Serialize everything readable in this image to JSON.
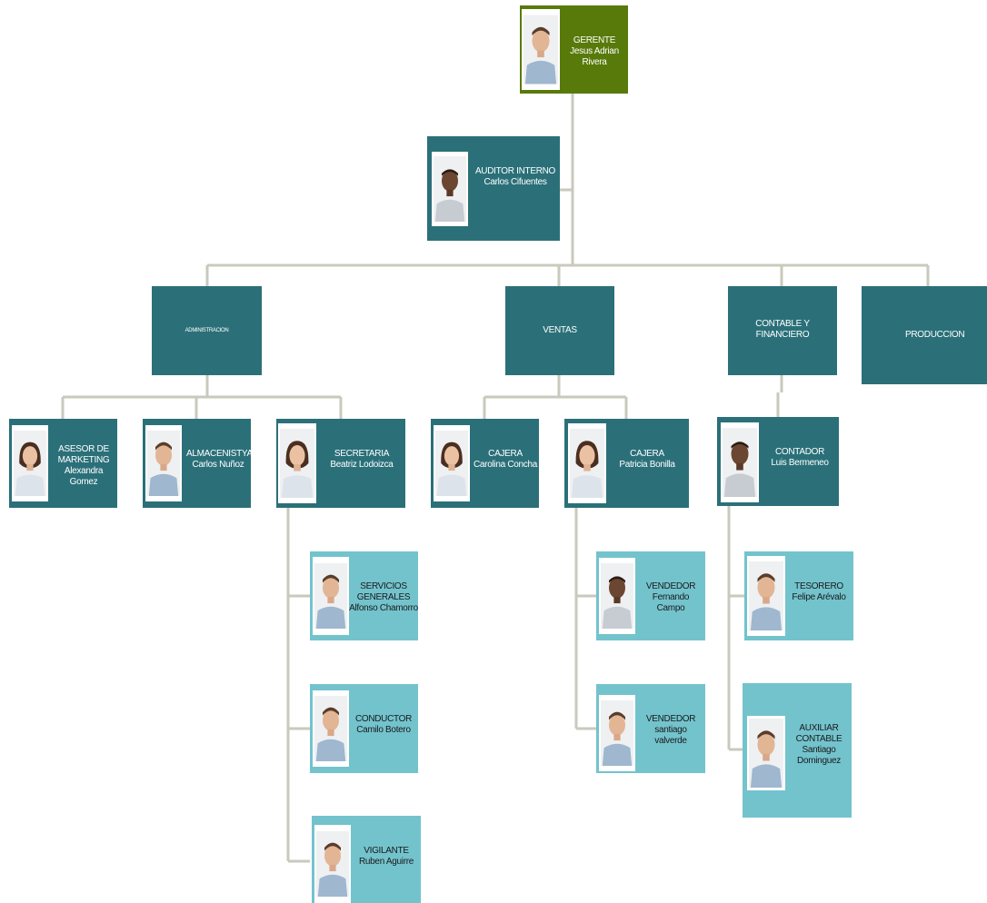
{
  "chart": {
    "gerente": {
      "title": "GERENTE",
      "name": "Jesus Adrian Rivera"
    },
    "auditor": {
      "title": "AUDITOR INTERNO",
      "name": "Carlos Cifuentes"
    },
    "departments": {
      "administracion": "ADMINISTRACION",
      "ventas": "VENTAS",
      "contable": "CONTABLE Y FINANCIERO",
      "produccion": "PRODUCCION"
    },
    "asesor": {
      "title": "ASESOR DE MARKETING",
      "name": "Alexandra Gomez"
    },
    "almacenista": {
      "title": "ALMACENISTYA",
      "name": "Carlos Nuñoz"
    },
    "secretaria": {
      "title": "SECRETARIA",
      "name": "Beatriz Lodoizca"
    },
    "cajera1": {
      "title": "CAJERA",
      "name": "Carolina Concha"
    },
    "cajera2": {
      "title": "CAJERA",
      "name": "Patricia Bonilla"
    },
    "contador": {
      "title": "CONTADOR",
      "name": "Luis Bermeneo"
    },
    "servicios": {
      "title": "SERVICIOS GENERALES",
      "name": "Alfonso Chamorro"
    },
    "conductor": {
      "title": "CONDUCTOR",
      "name": "Camilo Botero"
    },
    "vigilante": {
      "title": "VIGILANTE",
      "name": "Ruben Aguirre"
    },
    "vendedor1": {
      "title": "VENDEDOR",
      "name": "Fernando Campo"
    },
    "vendedor2": {
      "title": "VENDEDOR",
      "name": "santiago valverde"
    },
    "tesorero": {
      "title": "TESORERO",
      "name": "Felipe Arévalo"
    },
    "auxiliar": {
      "title": "AUXILIAR CONTABLE",
      "name": "Santiago Dominguez"
    }
  },
  "colors": {
    "top_box": "#587a0a",
    "dark_box": "#2b7079",
    "light_box": "#73c3cd",
    "connector": "#c9c9bd"
  }
}
